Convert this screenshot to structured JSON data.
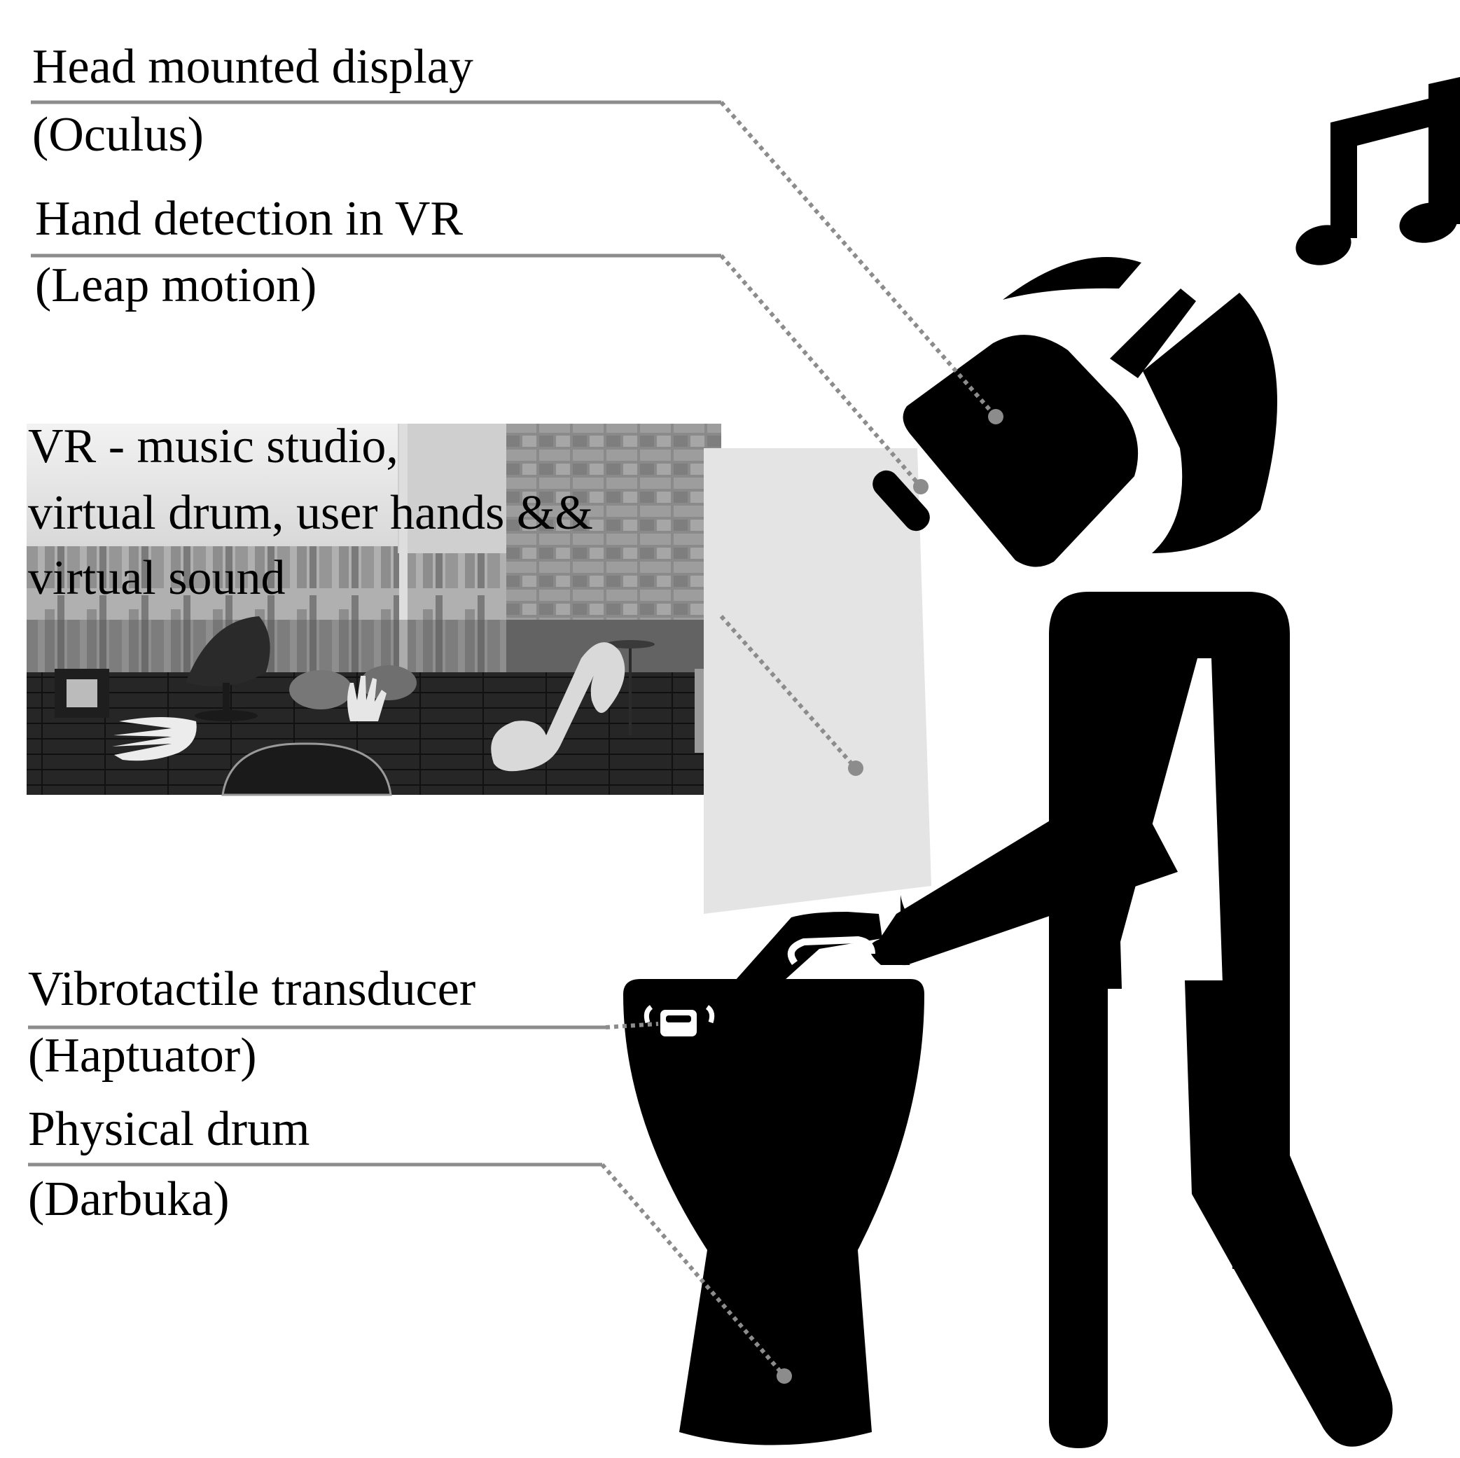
{
  "labels": {
    "hmd": {
      "title": "Head mounted display",
      "device": "(Oculus)"
    },
    "hand_tracking": {
      "title": "Hand detection in VR",
      "device": "(Leap motion)"
    },
    "vr_scene": {
      "line1": "VR - music studio,",
      "line2": "virtual drum, user hands &&",
      "line3": "virtual sound"
    },
    "transducer": {
      "title": "Vibrotactile transducer",
      "device": "(Haptuator)"
    },
    "drum": {
      "title": "Physical drum",
      "device": "(Darbuka)"
    }
  },
  "colors": {
    "figure": "#000000",
    "leader_line": "#8c8c8c",
    "underline": "#8c8c8c",
    "view_cone": "#e4e4e4",
    "vr_screenshot_tone": "#6e6e6e"
  },
  "icons": [
    "music-note-icon",
    "person-pictogram",
    "vr-headset-icon",
    "haptuator-icon",
    "darbuka-drum-icon"
  ]
}
